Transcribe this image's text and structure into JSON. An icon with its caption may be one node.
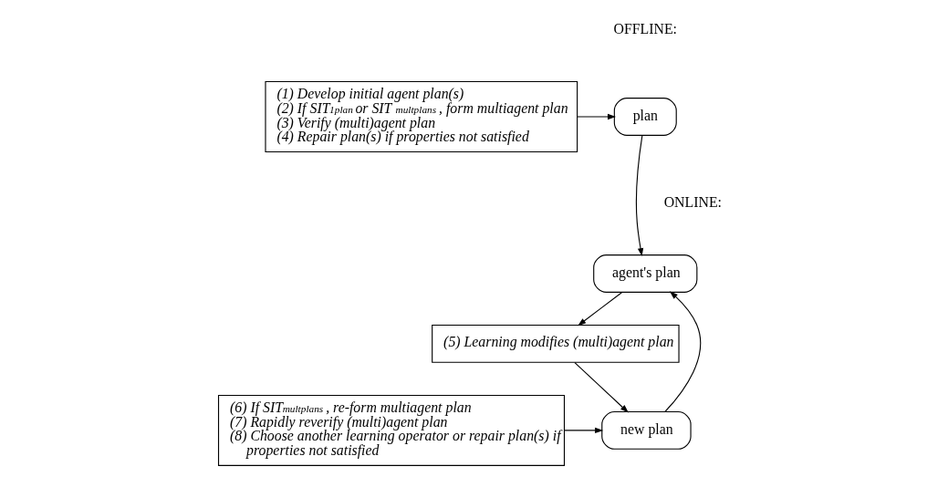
{
  "diagram": {
    "nodes": [
      {
        "text": [
          "plan"
        ]
      },
      {
        "text": [
          "(1) Develop initial agent plan(s)",
          "(2) If SIT$_{1plan}$ or SIT$_{multplans}$, form multiagent plan",
          "(3) Verify (multi)agent plan",
          "(4) Repair plan(s) if properties not satisfied"
        ]
      },
      {
        "text": [
          "agent's plan"
        ]
      },
      {
        "text": [
          "(5) Learning modifies (multi)agent plan"
        ]
      },
      {
        "text": [
          "new plan"
        ]
      },
      {
        "text": [
          "(6) If SIT$_{multplans}$, re-form multiagent plan",
          "(7) Rapidly reverify (multi)agent plan",
          "(8) Choose another learning operator or repair plan(s) if properties not satisfied"
        ]
      }
    ],
    "edges": [
      {
        "from": 1,
        "to": 0,
        "arrow": "to"
      },
      {
        "from": 0,
        "to": 2,
        "arrow": "to"
      },
      {
        "from": 2,
        "to": 3,
        "arrow": "to"
      },
      {
        "from": 3,
        "to": 4,
        "arrow": "to"
      },
      {
        "from": 4,
        "to": 2,
        "arrow": "to"
      },
      {
        "from": 5,
        "to": 4,
        "arrow": "to"
      }
    ],
    "labels": [
      "OFFLINE:",
      "ONLINE:"
    ]
  }
}
